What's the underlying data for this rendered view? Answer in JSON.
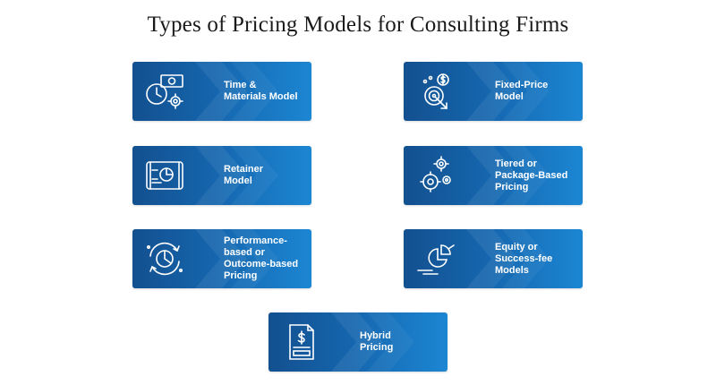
{
  "title": "Types of Pricing Models for Consulting Firms",
  "accent_colors": {
    "card_dark": "#13508f",
    "card_light": "#1c86d3",
    "text": "#ffffff"
  },
  "cards": [
    {
      "label": "Time &\nMaterials Model",
      "icon": "clock-money-gear-icon"
    },
    {
      "label": "Fixed-Price\nModel",
      "icon": "target-dollar-icon"
    },
    {
      "label": "Retainer\nModel",
      "icon": "contract-chart-icon"
    },
    {
      "label": "Tiered or\nPackage-Based\nPricing",
      "icon": "gears-icon"
    },
    {
      "label": "Performance-\nbased or\nOutcome-based\nPricing",
      "icon": "pie-chart-cycle-icon"
    },
    {
      "label": "Equity or\nSuccess-fee\nModels",
      "icon": "pie-chart-hand-icon"
    },
    {
      "label": "Hybrid\nPricing",
      "icon": "invoice-dollar-icon"
    }
  ]
}
